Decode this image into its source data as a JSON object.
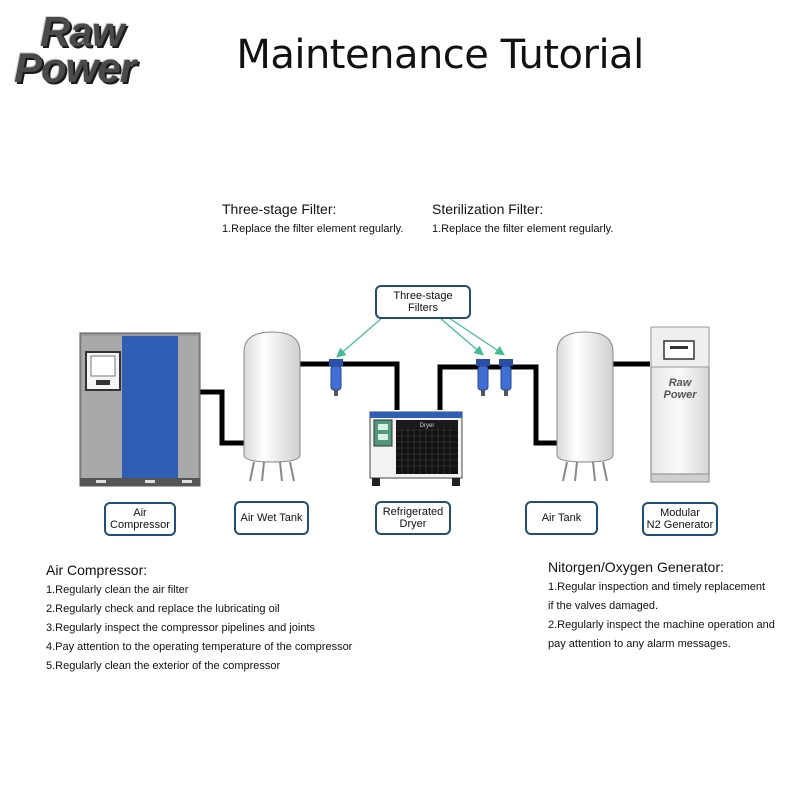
{
  "brand": {
    "logo_line1": "Raw",
    "logo_line2": "Power"
  },
  "title": "Maintenance Tutorial",
  "three_stage_filter": {
    "heading": "Three-stage Filter:",
    "items": [
      "1.Replace the filter element regularly."
    ]
  },
  "sterilization_filter": {
    "heading": "Sterilization Filter:",
    "items": [
      "1.Replace the filter element regularly."
    ]
  },
  "callout": {
    "line1": "Three-stage",
    "line2": "Filters"
  },
  "dryer_panel_label": "Dryer",
  "generator_logo": {
    "line1": "Raw",
    "line2": "Power"
  },
  "equipment": [
    {
      "line1": "Air",
      "line2": "Compressor"
    },
    {
      "line1": "Air Wet Tank",
      "line2": ""
    },
    {
      "line1": "Refrigerated",
      "line2": "Dryer"
    },
    {
      "line1": "Air Tank",
      "line2": ""
    },
    {
      "line1": "Modular",
      "line2": "N2 Generator"
    }
  ],
  "air_compressor": {
    "heading": "Air Compressor:",
    "items": [
      "1.Regularly clean the air filter",
      "2.Regularly check and replace the lubricating oil",
      "3.Regularly inspect the compressor pipelines and joints",
      "4.Pay attention to the operating temperature of the compressor",
      "5.Regularly clean the exterior of the compressor"
    ]
  },
  "generator": {
    "heading": "Nitorgen/Oxygen Generator:",
    "items": [
      "1.Regular inspection and timely replacement",
      "if the valves damaged.",
      "2.Regularly inspect the machine operation and",
      "pay attention to any alarm messages."
    ]
  },
  "colors": {
    "box_border": "#1f4e79",
    "pipe": "#000000",
    "compressor_blue": "#2f5fb5",
    "filter_blue": "#3f6fd6",
    "arrow_green": "#3fbf8f"
  }
}
